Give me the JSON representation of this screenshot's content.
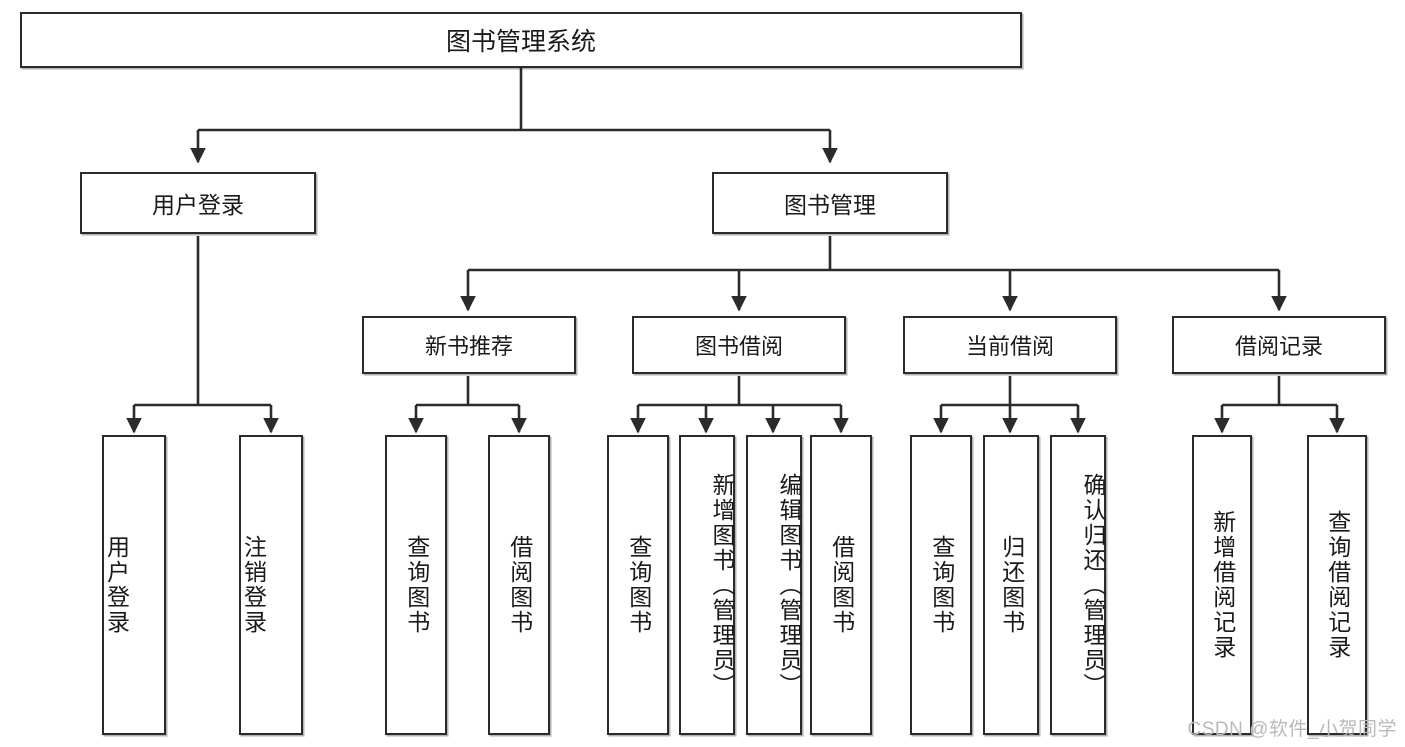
{
  "diagram": {
    "title": "图书管理系统",
    "type": "tree-hierarchy-chart",
    "watermark": "CSDN @软件_小贺同学",
    "colors": {
      "stroke": "#2b2b2b",
      "fill": "#ffffff",
      "text": "#1a1a1a",
      "watermark": "#b9b9b9"
    },
    "nodes": {
      "root": {
        "label": "图书管理系统"
      },
      "level1": [
        {
          "id": "user-login",
          "label": "用户登录"
        },
        {
          "id": "book-manage",
          "label": "图书管理"
        }
      ],
      "level2": [
        {
          "id": "new-book-rec",
          "label": "新书推荐"
        },
        {
          "id": "book-borrow",
          "label": "图书借阅"
        },
        {
          "id": "current-borrow",
          "label": "当前借阅"
        },
        {
          "id": "borrow-record",
          "label": "借阅记录"
        }
      ],
      "leaves": {
        "user_login": [
          {
            "id": "leaf-user-login",
            "label": "用户登录"
          },
          {
            "id": "leaf-logout-login",
            "label": "注销登录"
          }
        ],
        "new_book_rec": [
          {
            "id": "leaf-query-book-1",
            "label": "查询图书"
          },
          {
            "id": "leaf-borrow-book-1",
            "label": "借阅图书"
          }
        ],
        "book_borrow": [
          {
            "id": "leaf-query-book-2",
            "label": "查询图书"
          },
          {
            "id": "leaf-add-book",
            "label": "新增图书（管理员）"
          },
          {
            "id": "leaf-edit-book",
            "label": "编辑图书（管理员）"
          },
          {
            "id": "leaf-borrow-book-2",
            "label": "借阅图书"
          }
        ],
        "current_borrow": [
          {
            "id": "leaf-query-book-3",
            "label": "查询图书"
          },
          {
            "id": "leaf-return-book",
            "label": "归还图书"
          },
          {
            "id": "leaf-confirm-return",
            "label": "确认归还（管理员）"
          }
        ],
        "borrow_record": [
          {
            "id": "leaf-add-record",
            "label": "新增借阅记录"
          },
          {
            "id": "leaf-query-record",
            "label": "查询借阅记录"
          }
        ]
      }
    }
  }
}
